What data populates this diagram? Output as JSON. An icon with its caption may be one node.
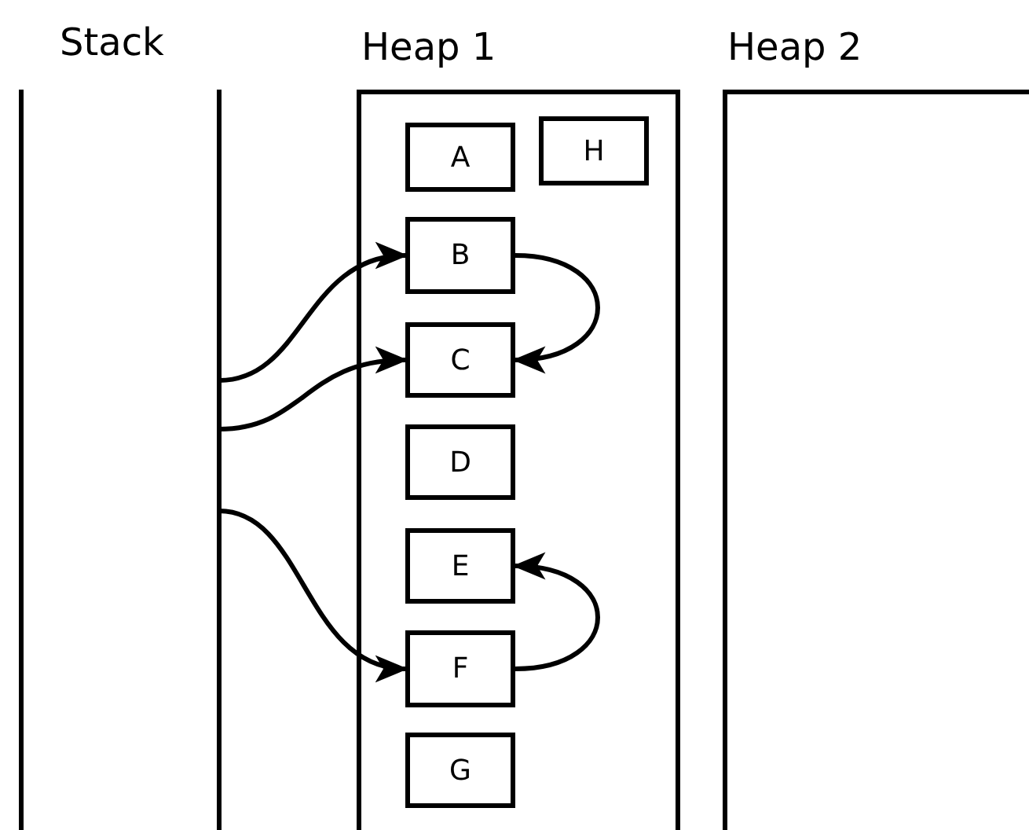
{
  "diagram": {
    "nodes": [
      {
        "text": [
          "Stack"
        ]
      },
      {
        "text": [
          "Heap 1"
        ]
      },
      {
        "text": [
          "Heap 2"
        ]
      },
      {
        "text": [
          "A"
        ],
        "in": 1
      },
      {
        "text": [
          "H"
        ],
        "in": 1
      },
      {
        "text": [
          "B"
        ],
        "in": 1
      },
      {
        "text": [
          "C"
        ],
        "in": 1
      },
      {
        "text": [
          "D"
        ],
        "in": 1
      },
      {
        "text": [
          "E"
        ],
        "in": 1
      },
      {
        "text": [
          "F"
        ],
        "in": 1
      },
      {
        "text": [
          "G"
        ],
        "in": 1
      }
    ],
    "edges": [
      {
        "from": 0,
        "to": 5,
        "arrow": "to"
      },
      {
        "from": 0,
        "to": 6,
        "arrow": "to"
      },
      {
        "from": 0,
        "to": 9,
        "arrow": "to"
      },
      {
        "from": 5,
        "to": 6,
        "arrow": "to"
      },
      {
        "from": 9,
        "to": 8,
        "arrow": "to"
      }
    ]
  }
}
